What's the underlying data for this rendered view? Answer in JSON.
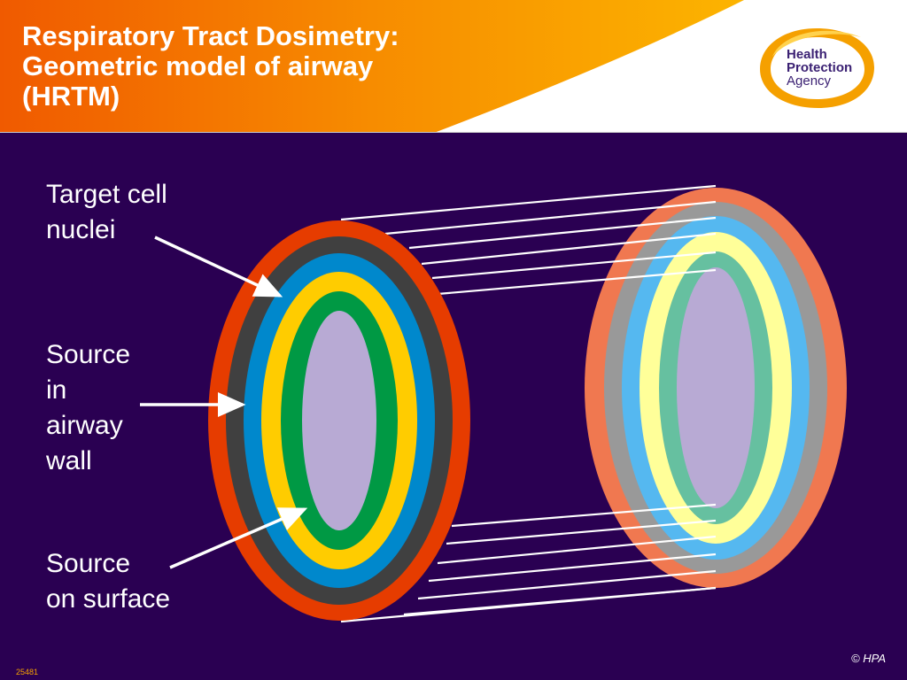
{
  "title": {
    "line1": "Respiratory Tract Dosimetry:",
    "line2": "Geometric model of airway",
    "line3": "(HRTM)"
  },
  "logo": {
    "line1": "Health",
    "line2": "Protection",
    "line3": "Agency",
    "ring_color": "#f5a000",
    "text_color": "#3b2173"
  },
  "labels": {
    "target": {
      "line1": "Target cell",
      "line2": "nuclei"
    },
    "source_wall": {
      "line1": "Source",
      "line2": "in",
      "line3": "airway",
      "line4": "wall"
    },
    "source_surface": {
      "line1": "Source",
      "line2": "on surface"
    }
  },
  "footer": {
    "copyright": "© HPA",
    "slide_number": "25481"
  },
  "colors": {
    "background": "#2a0052",
    "front_layers": [
      "#e63c00",
      "#404040",
      "#0088cc",
      "#ffcc00",
      "#009944",
      "#b8aad4"
    ],
    "back_layers": [
      "#f07850",
      "#999999",
      "#55b8f0",
      "#ffff99",
      "#66c0a0",
      "#b8aad4"
    ],
    "connector_lines": "#ffffff"
  }
}
